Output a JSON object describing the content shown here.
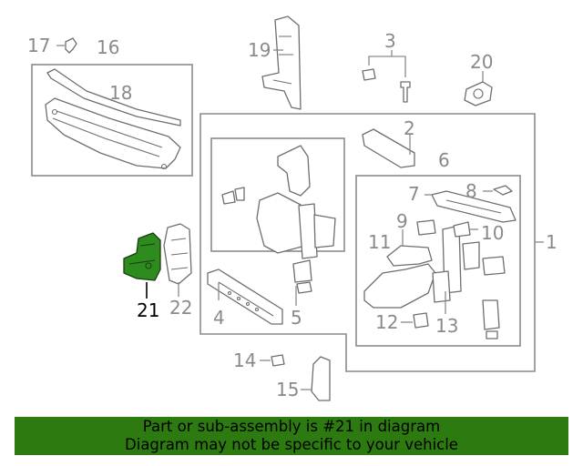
{
  "callouts": {
    "c1": "1",
    "c2": "2",
    "c3": "3",
    "c4": "4",
    "c5": "5",
    "c6": "6",
    "c7": "7",
    "c8": "8",
    "c9": "9",
    "c10": "10",
    "c11": "11",
    "c12": "12",
    "c13": "13",
    "c14": "14",
    "c15": "15",
    "c16": "16",
    "c17": "17",
    "c18": "18",
    "c19": "19",
    "c20": "20",
    "c21": "21",
    "c22": "22"
  },
  "highlighted_part": "21",
  "colors": {
    "highlight_fill": "#2e8b1e",
    "banner_bg": "#2c7a10",
    "line_art": "#8a8a8a"
  },
  "banner": {
    "line1": "Part or sub-assembly is #21 in diagram",
    "line2": "Diagram may not be specific to your vehicle"
  }
}
